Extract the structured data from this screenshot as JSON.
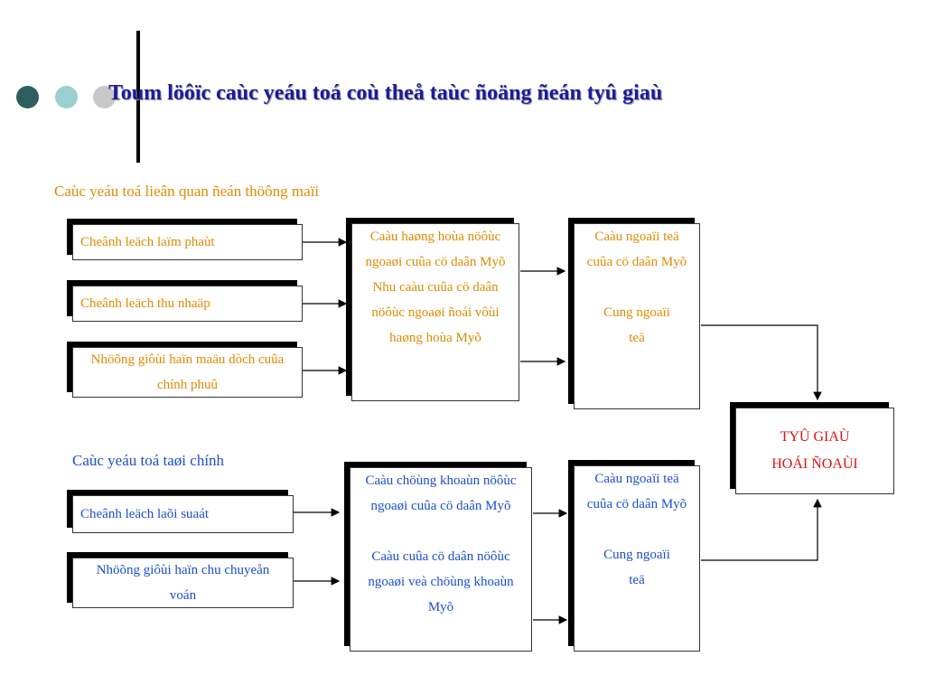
{
  "title": "Toum löôïc caùc yeáu toá coù theå taùc ñoäng ñeán tyû giaù",
  "section_top": {
    "label": "Caùc yeáu toá lieân quan ñeán thöông maïi",
    "factors": [
      "Cheânh leäch laïm phaùt",
      "Cheânh leäch thu nhaäp",
      "Nhöõng giôùi haïn maäu dòch cuûa chính phuû"
    ],
    "demand_box": [
      "Caàu haøng hoùa nöôùc ngoaøi cuûa cö daân Myõ",
      "Nhu caàu cuûa cö daân nöôùc ngoaøi ñoái vôùi haøng hoùa Myõ"
    ],
    "currency_box": [
      "Caàu ngoaïi teä cuûa cö daân Myõ",
      "Cung ngoaïi teä"
    ]
  },
  "section_bottom": {
    "label": "Caùc yeáu toá taøi chính",
    "factors": [
      "Cheânh leäch laõi suaát",
      "Nhöõng giôùi haïn chu chuyeån voán"
    ],
    "demand_box": [
      "Caàu chöùng khoaùn nöôùc ngoaøi cuûa cö daân Myõ",
      "Caàu cuûa cö daân nöôùc ngoaøi veà chöùng khoaùn Myõ"
    ],
    "currency_box": [
      "Caàu ngoaïi teä cuûa cö daân Myõ",
      "Cung ngoaïi teä"
    ]
  },
  "result_box": [
    "TYÛ GIAÙ",
    "HOÁI ÑOAÙI"
  ],
  "colors": {
    "title": "#1a1aa0",
    "trade": "#e08a00",
    "finance": "#1a4fd0",
    "result": "#e01010"
  }
}
